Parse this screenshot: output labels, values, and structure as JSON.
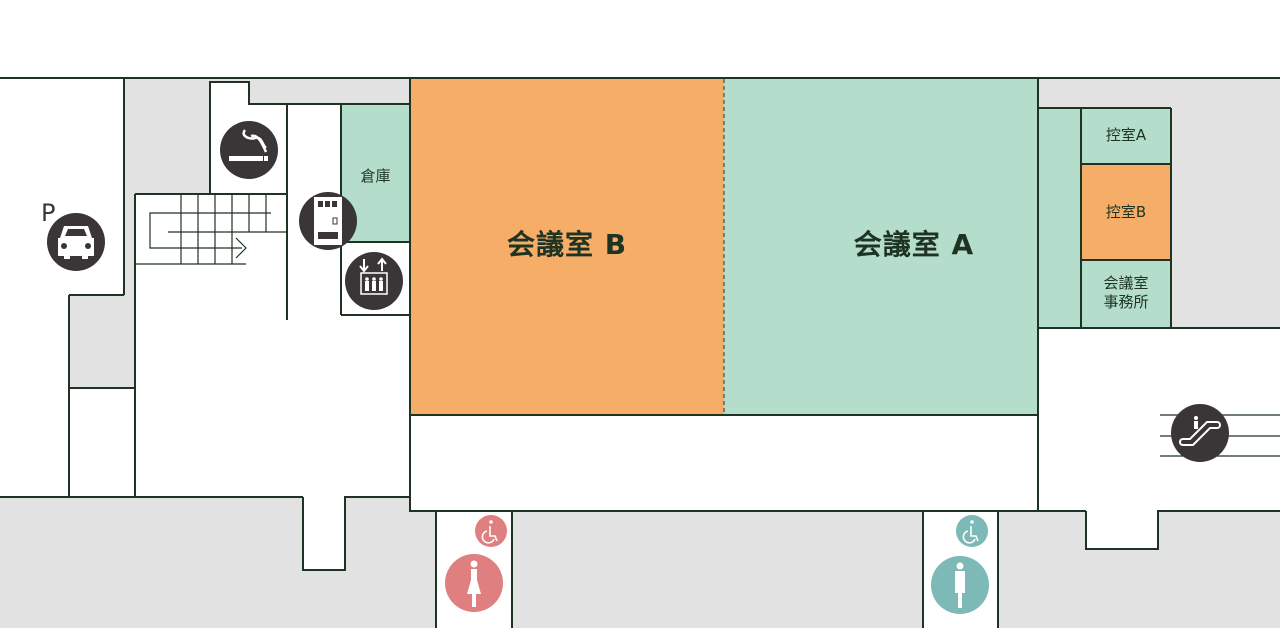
{
  "map": {
    "colors": {
      "room_green": "#b4ddcc",
      "room_orange": "#f5ad68",
      "corridor_gray": "#e2e2e2",
      "wall": "#1f3322",
      "icon_dark": "#3a3637",
      "female_restroom": "#e07f80",
      "male_restroom": "#7dbab7"
    },
    "rooms": {
      "conference_b": "会議室 B",
      "conference_a": "会議室 A",
      "storage": "倉庫",
      "waiting_a": "控室A",
      "waiting_b": "控室B",
      "office_line1": "会議室",
      "office_line2": "事務所"
    },
    "parking": {
      "letter": "P",
      "icon": "car-icon"
    },
    "facilities": [
      {
        "id": "smoking",
        "icon": "smoking-area-icon"
      },
      {
        "id": "vending",
        "icon": "vending-machine-icon"
      },
      {
        "id": "elevator",
        "icon": "elevator-icon"
      },
      {
        "id": "escalator",
        "icon": "escalator-icon"
      },
      {
        "id": "stairs",
        "icon": "stairs-icon"
      },
      {
        "id": "restroom_female",
        "icon": "female-restroom-icon"
      },
      {
        "id": "restroom_female_accessible",
        "icon": "wheelchair-icon"
      },
      {
        "id": "restroom_male",
        "icon": "male-restroom-icon"
      },
      {
        "id": "restroom_male_accessible",
        "icon": "wheelchair-icon"
      }
    ]
  }
}
